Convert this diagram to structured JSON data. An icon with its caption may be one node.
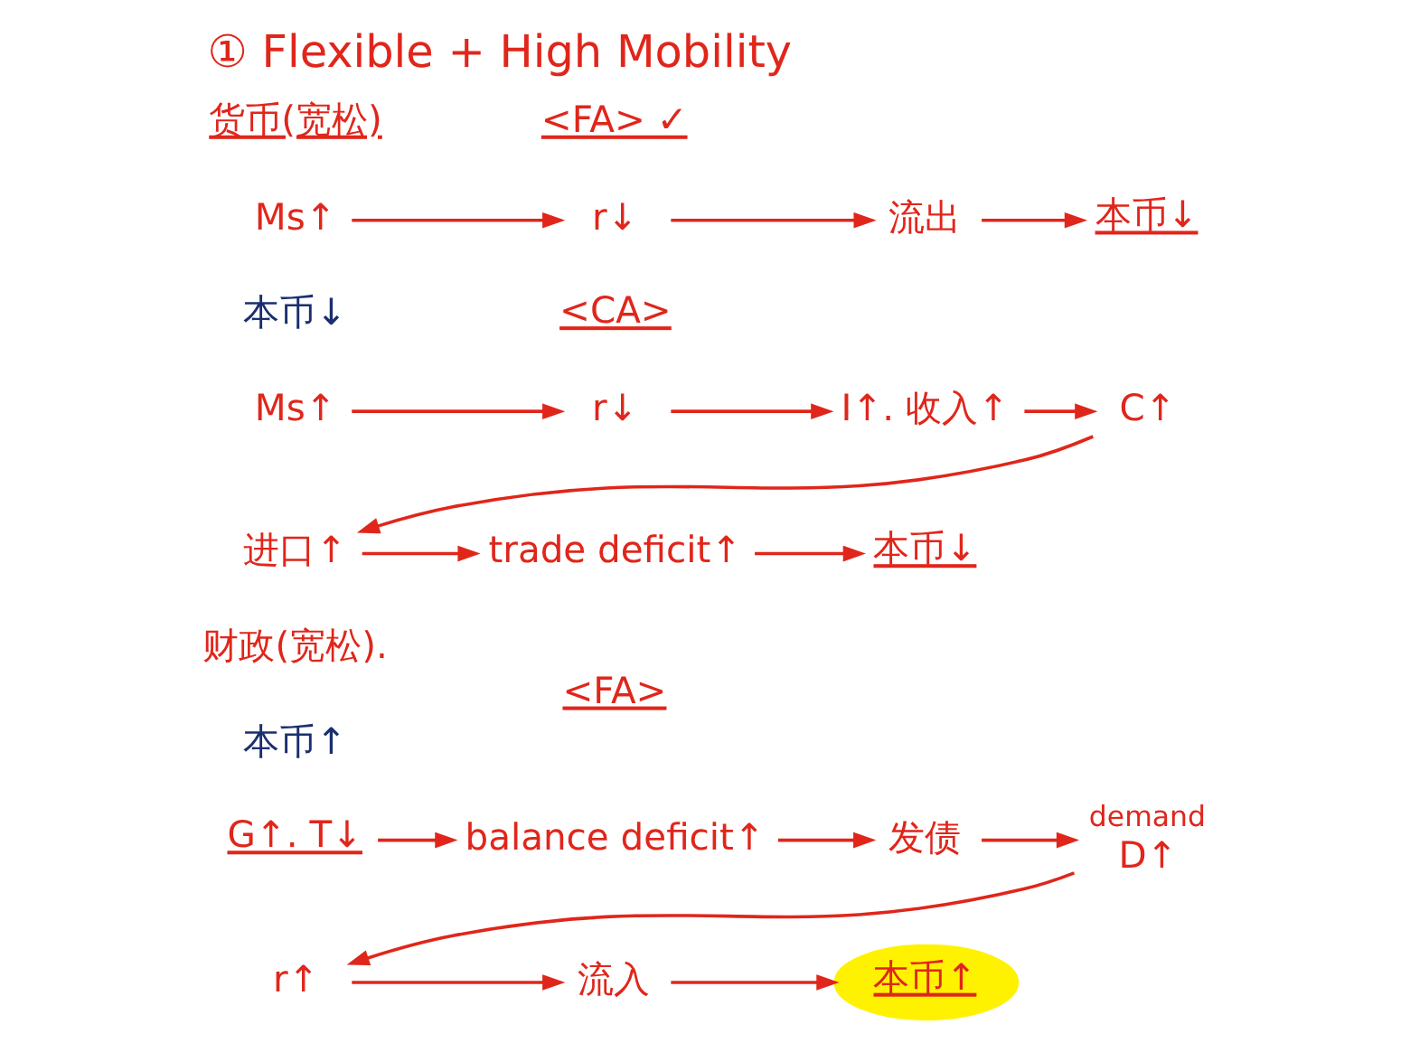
{
  "diagram": {
    "title": "① Flexible + High Mobility",
    "nodes": [
      {
        "text": [
          "Ms↑"
        ]
      },
      {
        "text": [
          "r↓"
        ]
      },
      {
        "text": [
          "流出"
        ]
      },
      {
        "text": [
          "本币↓"
        ]
      },
      {
        "text": [
          "Ms↑"
        ]
      },
      {
        "text": [
          "r↓"
        ]
      },
      {
        "text": [
          "I↑. 收入↑"
        ]
      },
      {
        "text": [
          "C↑"
        ]
      },
      {
        "text": [
          "进口↑"
        ]
      },
      {
        "text": [
          "trade deficit↑"
        ]
      },
      {
        "text": [
          "本币↓"
        ]
      },
      {
        "text": [
          "G↑. T↓"
        ]
      },
      {
        "text": [
          "balance deficit↑"
        ]
      },
      {
        "text": [
          "发债"
        ]
      },
      {
        "text": [
          "D↑"
        ],
        "beside": [
          "demand"
        ]
      },
      {
        "text": [
          "r↑"
        ]
      },
      {
        "text": [
          "流入"
        ]
      },
      {
        "text": [
          "本币↑"
        ]
      }
    ],
    "edges": [
      {
        "from": 0,
        "to": 1,
        "arrow": "to"
      },
      {
        "from": 1,
        "to": 2,
        "arrow": "to"
      },
      {
        "from": 2,
        "to": 3,
        "arrow": "to"
      },
      {
        "from": 4,
        "to": 5,
        "arrow": "to"
      },
      {
        "from": 5,
        "to": 6,
        "arrow": "to"
      },
      {
        "from": 6,
        "to": 7,
        "arrow": "to"
      },
      {
        "from": 7,
        "to": 8,
        "arrow": "to"
      },
      {
        "from": 8,
        "to": 9,
        "arrow": "to"
      },
      {
        "from": 9,
        "to": 10,
        "arrow": "to"
      },
      {
        "from": 11,
        "to": 12,
        "arrow": "to"
      },
      {
        "from": 12,
        "to": 13,
        "arrow": "to"
      },
      {
        "from": 13,
        "to": 14,
        "arrow": "to"
      },
      {
        "from": 14,
        "to": 15,
        "arrow": "to"
      },
      {
        "from": 15,
        "to": 16,
        "arrow": "to"
      },
      {
        "from": 16,
        "to": 17,
        "arrow": "to"
      }
    ],
    "labels": [
      "货币(宽松)",
      "<FA> ✓",
      "本币↓",
      "<CA>",
      "本币↑",
      "财政(宽松).",
      "<FA>"
    ]
  }
}
